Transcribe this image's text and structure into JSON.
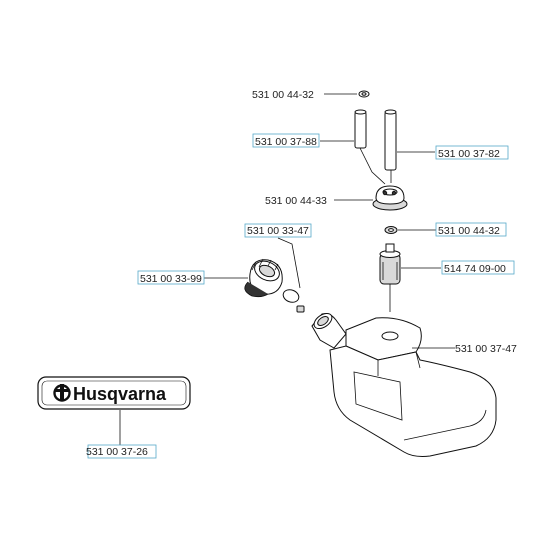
{
  "parts": {
    "washer_top": "531 00 44-32",
    "tube_left": "531 00 37-88",
    "tube_right": "531 00 37-82",
    "grommet": "531 00 44-33",
    "cap_assembly": "531 00 33-47",
    "washer_mid": "531 00 44-32",
    "cap": "531 00 33-99",
    "filter": "514 74 09-00",
    "tank": "531 00 37-47",
    "decal": "531 00 37-26"
  },
  "brand": {
    "logo_text": "Husqvarna"
  },
  "colors": {
    "label_box": "#56a9c9",
    "line": "#111111"
  }
}
